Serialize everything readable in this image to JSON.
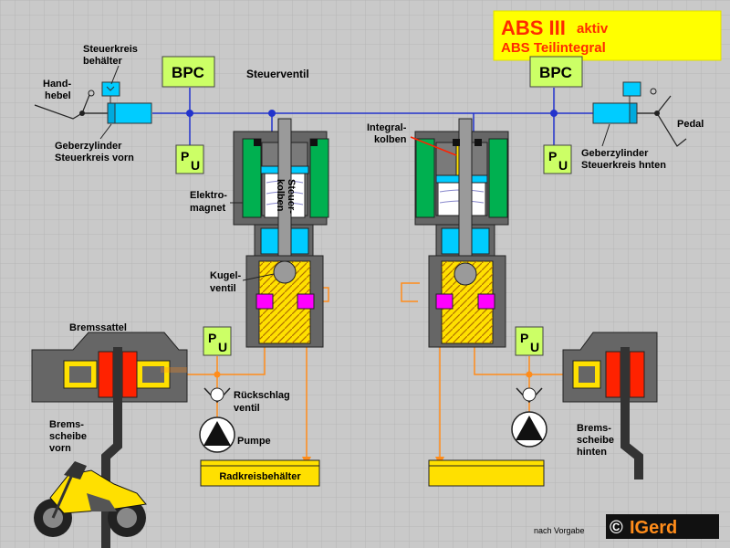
{
  "banner": {
    "line1": "ABS III",
    "line1_suffix": "aktiv",
    "line2": "ABS Teilintegral"
  },
  "labels": {
    "steuerkreis_behaelter_1": "Steuerkreis",
    "steuerkreis_behaelter_2": "behälter",
    "handhebel_1": "Hand-",
    "handhebel_2": "hebel",
    "geber_vorn_1": "Geberzylinder",
    "geber_vorn_2": "Steuerkreis vorn",
    "geber_hinten_1": "Geberzylinder",
    "geber_hinten_2": "Steuerkreis hnten",
    "steuerventil": "Steuerventil",
    "pedal": "Pedal",
    "integralkolben_1": "Integral-",
    "integralkolben_2": "kolben",
    "elektromagnet_1": "Elektro-",
    "elektromagnet_2": "magnet",
    "steuerkolben_1": "Steuer-",
    "steuerkolben_2": "kolben",
    "kugelventil_1": "Kugel-",
    "kugelventil_2": "ventil",
    "bremssattel": "Bremssattel",
    "rueckschlagventil_1": "Rückschlag",
    "rueckschlagventil_2": "ventil",
    "pumpe": "Pumpe",
    "bremsscheibe_vorn_1": "Brems-",
    "bremsscheibe_vorn_2": "scheibe",
    "bremsscheibe_vorn_3": "vorn",
    "bremsscheibe_hinten_1": "Brems-",
    "bremsscheibe_hinten_2": "scheibe",
    "bremsscheibe_hinten_3": "hinten",
    "radkreisbehaelter": "Radkreisbehälter",
    "nach_vorgabe": "nach Vorgabe",
    "copyright": "©",
    "author": "IGerd"
  },
  "boxes": {
    "bpc_left": "BPC",
    "bpc_right": "BPC",
    "pu_p": "P",
    "pu_u": "U"
  },
  "colors": {
    "background": "#c9c9c9",
    "grid": "#b8b8b8",
    "banner_bg": "#ffff00",
    "banner_text": "#ff2a00",
    "control_line": "#2233cc",
    "wheel_line": "#ff8c1a",
    "cyan": "#00ccff",
    "green": "#00b050",
    "housing": "#666666",
    "yellow": "#ffe000",
    "magenta": "#ff00ff",
    "red": "#ff2200",
    "lime_box": "#ccff66"
  }
}
